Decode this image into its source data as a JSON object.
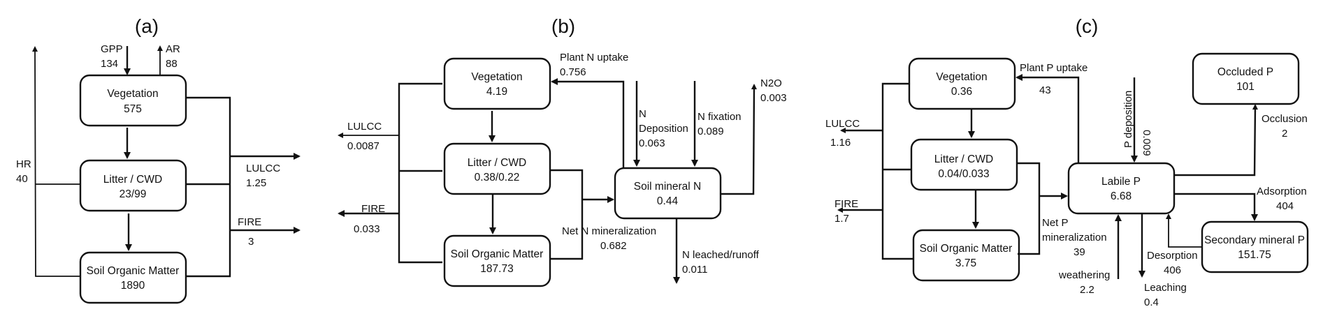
{
  "panels": {
    "a": {
      "title": "(a)",
      "boxes": {
        "vegetation": {
          "name": "Vegetation",
          "value": "575"
        },
        "litter": {
          "name": "Litter / CWD",
          "value": "23/99"
        },
        "som": {
          "name": "Soil Organic Matter",
          "value": "1890"
        }
      },
      "fluxes": {
        "gpp": {
          "name": "GPP",
          "value": "134"
        },
        "ar": {
          "name": "AR",
          "value": "88"
        },
        "hr": {
          "name": "HR",
          "value": "40"
        },
        "lulcc": {
          "name": "LULCC",
          "value": "1.25"
        },
        "fire": {
          "name": "FIRE",
          "value": "3"
        }
      }
    },
    "b": {
      "title": "(b)",
      "boxes": {
        "vegetation": {
          "name": "Vegetation",
          "value": "4.19"
        },
        "litter": {
          "name": "Litter / CWD",
          "value": "0.38/0.22"
        },
        "som": {
          "name": "Soil Organic Matter",
          "value": "187.73"
        },
        "mineral": {
          "name": "Soil mineral N",
          "value": "0.44"
        }
      },
      "fluxes": {
        "uptake": {
          "name": "Plant N uptake",
          "value": "0.756"
        },
        "deposition": {
          "name1": "N",
          "name2": "Deposition",
          "value": "0.063"
        },
        "fixation": {
          "name": "N fixation",
          "value": "0.089"
        },
        "n2o": {
          "name": "N2O",
          "value": "0.003"
        },
        "lulcc": {
          "name": "LULCC",
          "value": "0.0087"
        },
        "fire": {
          "name": "FIRE",
          "value": "0.033"
        },
        "mineralization": {
          "name": "Net N mineralization",
          "value": "0.682"
        },
        "leached": {
          "name": "N leached/runoff",
          "value": "0.011"
        }
      }
    },
    "c": {
      "title": "(c)",
      "boxes": {
        "vegetation": {
          "name": "Vegetation",
          "value": "0.36"
        },
        "litter": {
          "name": "Litter / CWD",
          "value": "0.04/0.033"
        },
        "som": {
          "name": "Soil Organic Matter",
          "value": "3.75"
        },
        "labile": {
          "name": "Labile P",
          "value": "6.68"
        },
        "occluded": {
          "name": "Occluded P",
          "value": "101"
        },
        "secondary": {
          "name": "Secondary mineral P",
          "value": "151.75"
        }
      },
      "fluxes": {
        "uptake": {
          "name": "Plant P uptake",
          "value": "43"
        },
        "deposition": {
          "name": "P deposition",
          "value": "0.009"
        },
        "occlusion": {
          "name": "Occlusion",
          "value": "2"
        },
        "adsorption": {
          "name": "Adsorption",
          "value": "404"
        },
        "desorption": {
          "name": "Desorption",
          "value": "406"
        },
        "leaching": {
          "name": "Leaching",
          "value": "0.4"
        },
        "weathering": {
          "name": "weathering",
          "value": "2.2"
        },
        "mineralization": {
          "name1": "Net P",
          "name2": "mineralization",
          "value": "39"
        },
        "lulcc": {
          "name": "LULCC",
          "value": "1.16"
        },
        "fire": {
          "name": "FIRE",
          "value": "1.7"
        }
      }
    }
  }
}
